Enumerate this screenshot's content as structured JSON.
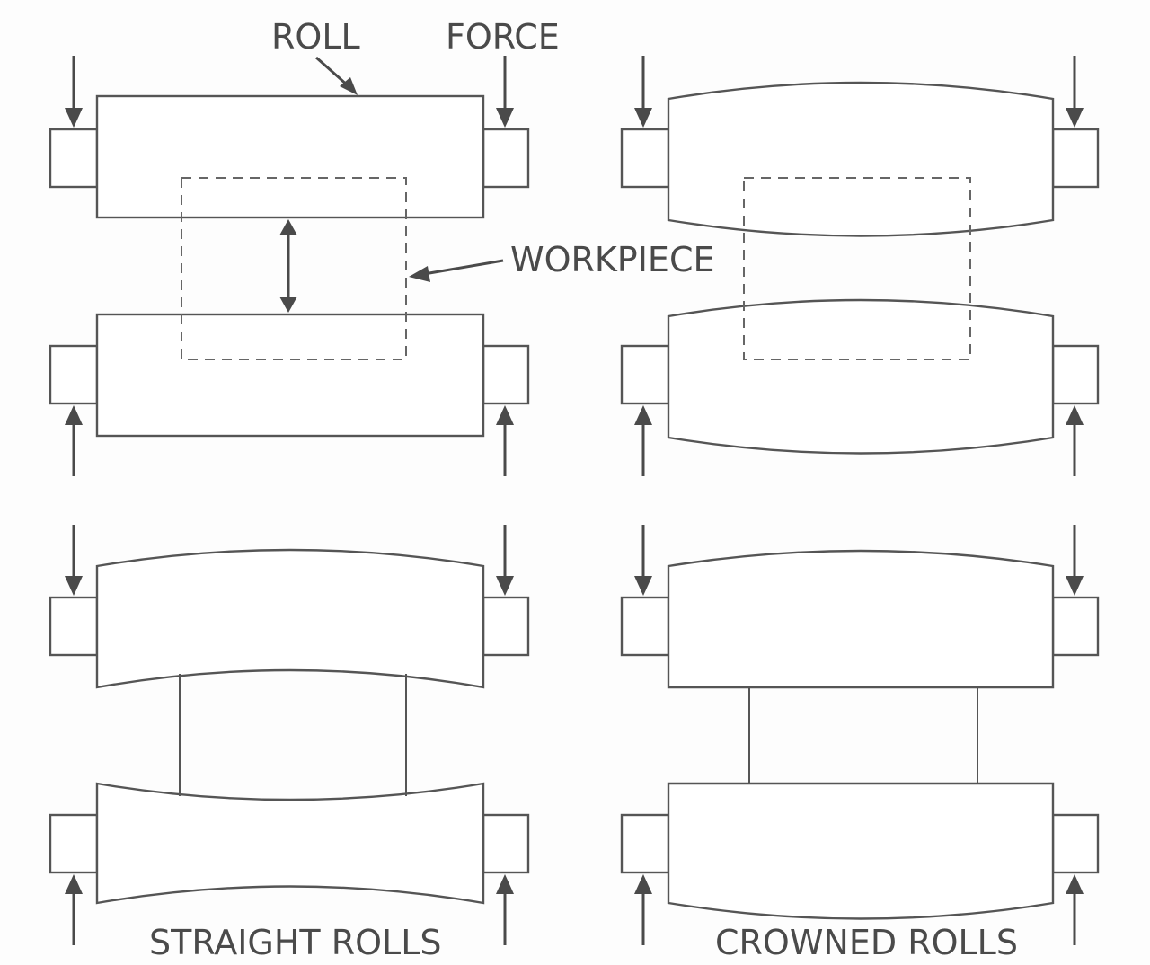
{
  "labels": {
    "roll": "ROLL",
    "force": "FORCE",
    "workpiece": "WORKPIECE",
    "straight_rolls": "STRAIGHT ROLLS",
    "crowned_rolls": "CROWNED ROLLS"
  },
  "colors": {
    "stroke": "#555555",
    "text": "#4a4a4a",
    "background": "#ffffff"
  }
}
